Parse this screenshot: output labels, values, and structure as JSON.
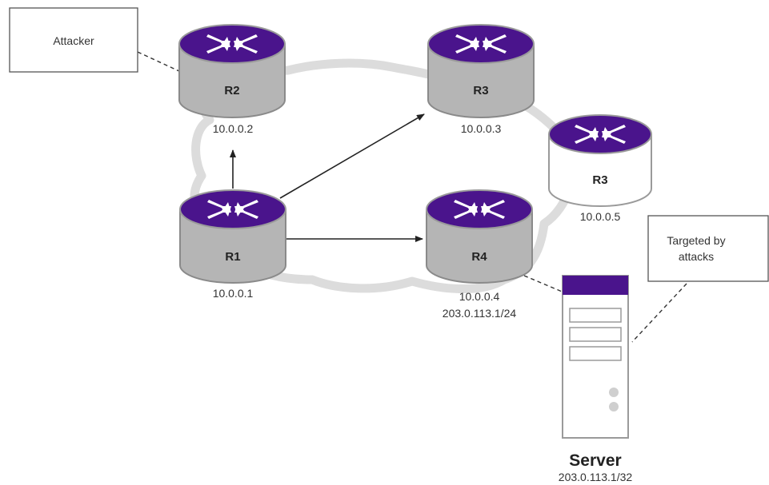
{
  "routers": [
    {
      "id": "r2",
      "name": "R2",
      "ip": "10.0.0.2",
      "style": "gray"
    },
    {
      "id": "r3a",
      "name": "R3",
      "ip": "10.0.0.3",
      "style": "gray"
    },
    {
      "id": "r3b",
      "name": "R3",
      "ip": "10.0.0.5",
      "style": "white"
    },
    {
      "id": "r1",
      "name": "R1",
      "ip": "10.0.0.1",
      "style": "gray"
    },
    {
      "id": "r4",
      "name": "R4",
      "ip": "10.0.0.4",
      "ip2": "203.0.113.1/24",
      "style": "gray"
    }
  ],
  "callouts": {
    "attacker": "Attacker",
    "targeted_line1": "Targeted by",
    "targeted_line2": "attacks"
  },
  "server": {
    "title": "Server",
    "ip": "203.0.113.1/32"
  },
  "colors": {
    "router_top": "#4a148c",
    "router_body_gray": "#b5b5b5",
    "router_body_white": "#ffffff",
    "cloud": "#dcdcdc",
    "server_top": "#4a148c",
    "arrow": "#222222"
  }
}
